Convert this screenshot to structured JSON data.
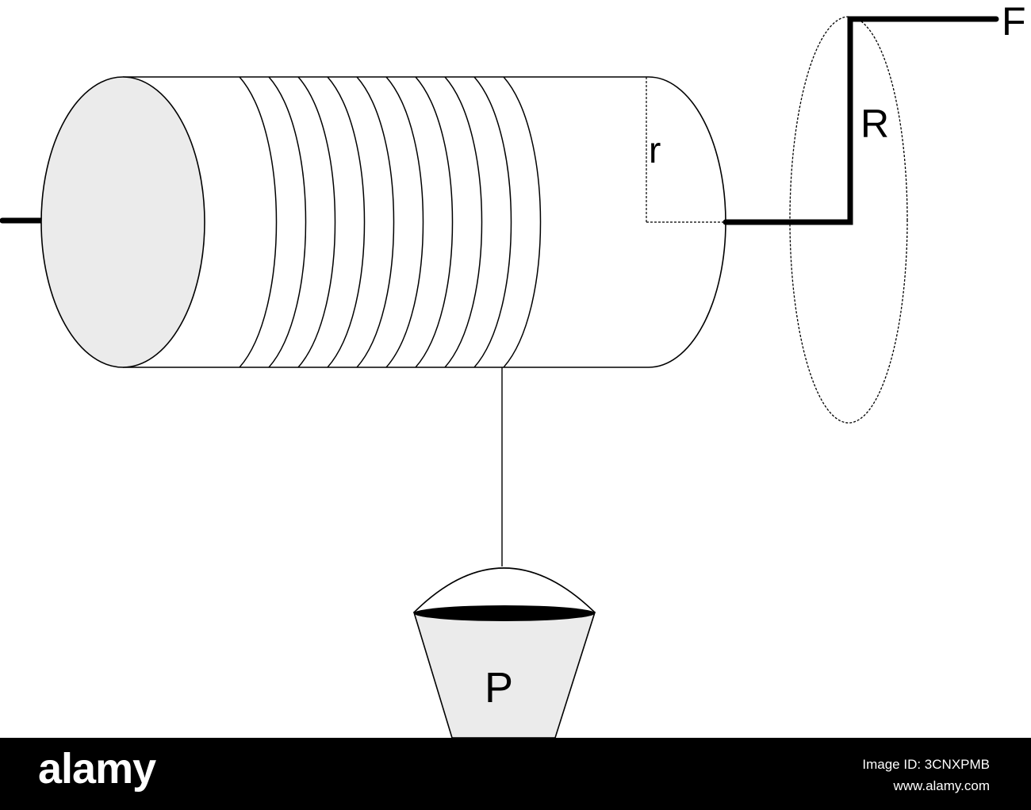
{
  "labels": {
    "radius_small": "r",
    "radius_large": "R",
    "force": "F",
    "weight": "P"
  },
  "colors": {
    "stroke": "#000000",
    "end_face_fill": "#ebebeb",
    "bucket_fill": "#ebebeb",
    "background": "#ffffff",
    "footer_bg": "#000000",
    "footer_text": "#ffffff"
  },
  "rope_wraps": 10,
  "footer": {
    "logo": "alamy",
    "image_id": "Image ID: 3CNXPMB",
    "site": "www.alamy.com"
  }
}
